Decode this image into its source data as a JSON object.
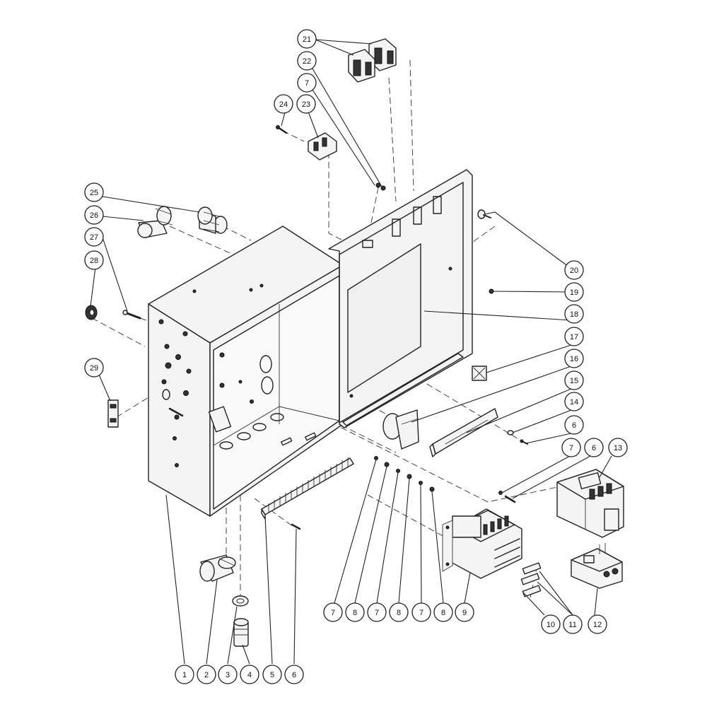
{
  "diagram": {
    "callouts": [
      {
        "id": "c1",
        "label": "1"
      },
      {
        "id": "c2",
        "label": "2"
      },
      {
        "id": "c3",
        "label": "3"
      },
      {
        "id": "c4",
        "label": "4"
      },
      {
        "id": "c5",
        "label": "5"
      },
      {
        "id": "c6a",
        "label": "6"
      },
      {
        "id": "c7a",
        "label": "7"
      },
      {
        "id": "c8a",
        "label": "8"
      },
      {
        "id": "c7b",
        "label": "7"
      },
      {
        "id": "c8b",
        "label": "8"
      },
      {
        "id": "c7c",
        "label": "7"
      },
      {
        "id": "c8c",
        "label": "8"
      },
      {
        "id": "c9",
        "label": "9"
      },
      {
        "id": "c10",
        "label": "10"
      },
      {
        "id": "c11",
        "label": "11"
      },
      {
        "id": "c12",
        "label": "12"
      },
      {
        "id": "c13",
        "label": "13"
      },
      {
        "id": "c6b",
        "label": "6"
      },
      {
        "id": "c7d",
        "label": "7"
      },
      {
        "id": "c6c",
        "label": "6"
      },
      {
        "id": "c14",
        "label": "14"
      },
      {
        "id": "c15",
        "label": "15"
      },
      {
        "id": "c16",
        "label": "16"
      },
      {
        "id": "c17",
        "label": "17"
      },
      {
        "id": "c18",
        "label": "18"
      },
      {
        "id": "c19",
        "label": "19"
      },
      {
        "id": "c20",
        "label": "20"
      },
      {
        "id": "c21",
        "label": "21"
      },
      {
        "id": "c22",
        "label": "22"
      },
      {
        "id": "c7e",
        "label": "7"
      },
      {
        "id": "c23",
        "label": "23"
      },
      {
        "id": "c24",
        "label": "24"
      },
      {
        "id": "c25",
        "label": "25"
      },
      {
        "id": "c26",
        "label": "26"
      },
      {
        "id": "c27",
        "label": "27"
      },
      {
        "id": "c28",
        "label": "28"
      },
      {
        "id": "c29",
        "label": "29"
      }
    ]
  }
}
